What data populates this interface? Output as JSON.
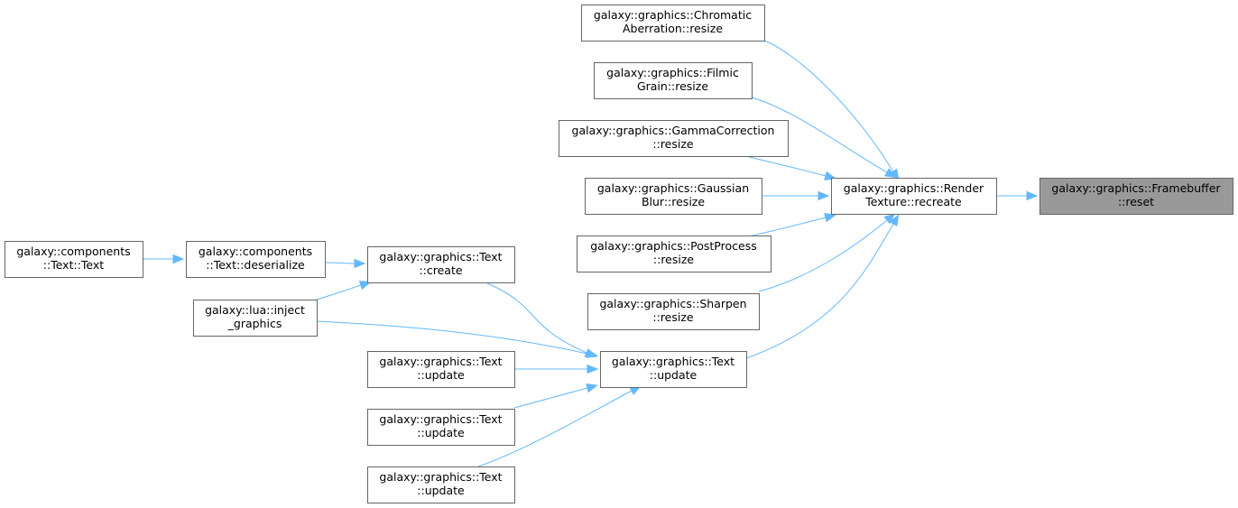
{
  "nodes": {
    "fb_reset": {
      "lines": [
        "galaxy::graphics::Framebuffer",
        "::reset"
      ]
    },
    "rt_recreate": {
      "lines": [
        "galaxy::graphics::Render",
        "Texture::recreate"
      ]
    },
    "ca_resize": {
      "lines": [
        "galaxy::graphics::Chromatic",
        "Aberration::resize"
      ]
    },
    "fg_resize": {
      "lines": [
        "galaxy::graphics::Filmic",
        "Grain::resize"
      ]
    },
    "gc_resize": {
      "lines": [
        "galaxy::graphics::GammaCorrection",
        "::resize"
      ]
    },
    "gb_resize": {
      "lines": [
        "galaxy::graphics::Gaussian",
        "Blur::resize"
      ]
    },
    "pp_resize": {
      "lines": [
        "galaxy::graphics::PostProcess",
        "::resize"
      ]
    },
    "sh_resize": {
      "lines": [
        "galaxy::graphics::Sharpen",
        "::resize"
      ]
    },
    "txt_update": {
      "lines": [
        "galaxy::graphics::Text",
        "::update"
      ]
    },
    "txt_create": {
      "lines": [
        "galaxy::graphics::Text",
        "::create"
      ]
    },
    "lua_inject": {
      "lines": [
        "galaxy::lua::inject",
        "_graphics"
      ]
    },
    "txt_update_2": {
      "lines": [
        "galaxy::graphics::Text",
        "::update"
      ]
    },
    "txt_update_3": {
      "lines": [
        "galaxy::graphics::Text",
        "::update"
      ]
    },
    "txt_update_4": {
      "lines": [
        "galaxy::graphics::Text",
        "::update"
      ]
    },
    "comp_deser": {
      "lines": [
        "galaxy::components",
        "::Text::deserialize"
      ]
    },
    "comp_text": {
      "lines": [
        "galaxy::components",
        "::Text::Text"
      ]
    }
  },
  "colors": {
    "edge": "#63b8ff",
    "border": "#666666",
    "root_fill": "#999999"
  },
  "edges": [
    [
      "rt_recreate",
      "fb_reset"
    ],
    [
      "ca_resize",
      "rt_recreate"
    ],
    [
      "fg_resize",
      "rt_recreate"
    ],
    [
      "gc_resize",
      "rt_recreate"
    ],
    [
      "gb_resize",
      "rt_recreate"
    ],
    [
      "pp_resize",
      "rt_recreate"
    ],
    [
      "sh_resize",
      "rt_recreate"
    ],
    [
      "txt_update",
      "rt_recreate"
    ],
    [
      "txt_create",
      "txt_update"
    ],
    [
      "lua_inject",
      "txt_update"
    ],
    [
      "txt_update_2",
      "txt_update"
    ],
    [
      "txt_update_3",
      "txt_update"
    ],
    [
      "txt_update_4",
      "txt_update"
    ],
    [
      "comp_deser",
      "txt_create"
    ],
    [
      "lua_inject",
      "txt_create"
    ],
    [
      "comp_text",
      "comp_deser"
    ]
  ]
}
